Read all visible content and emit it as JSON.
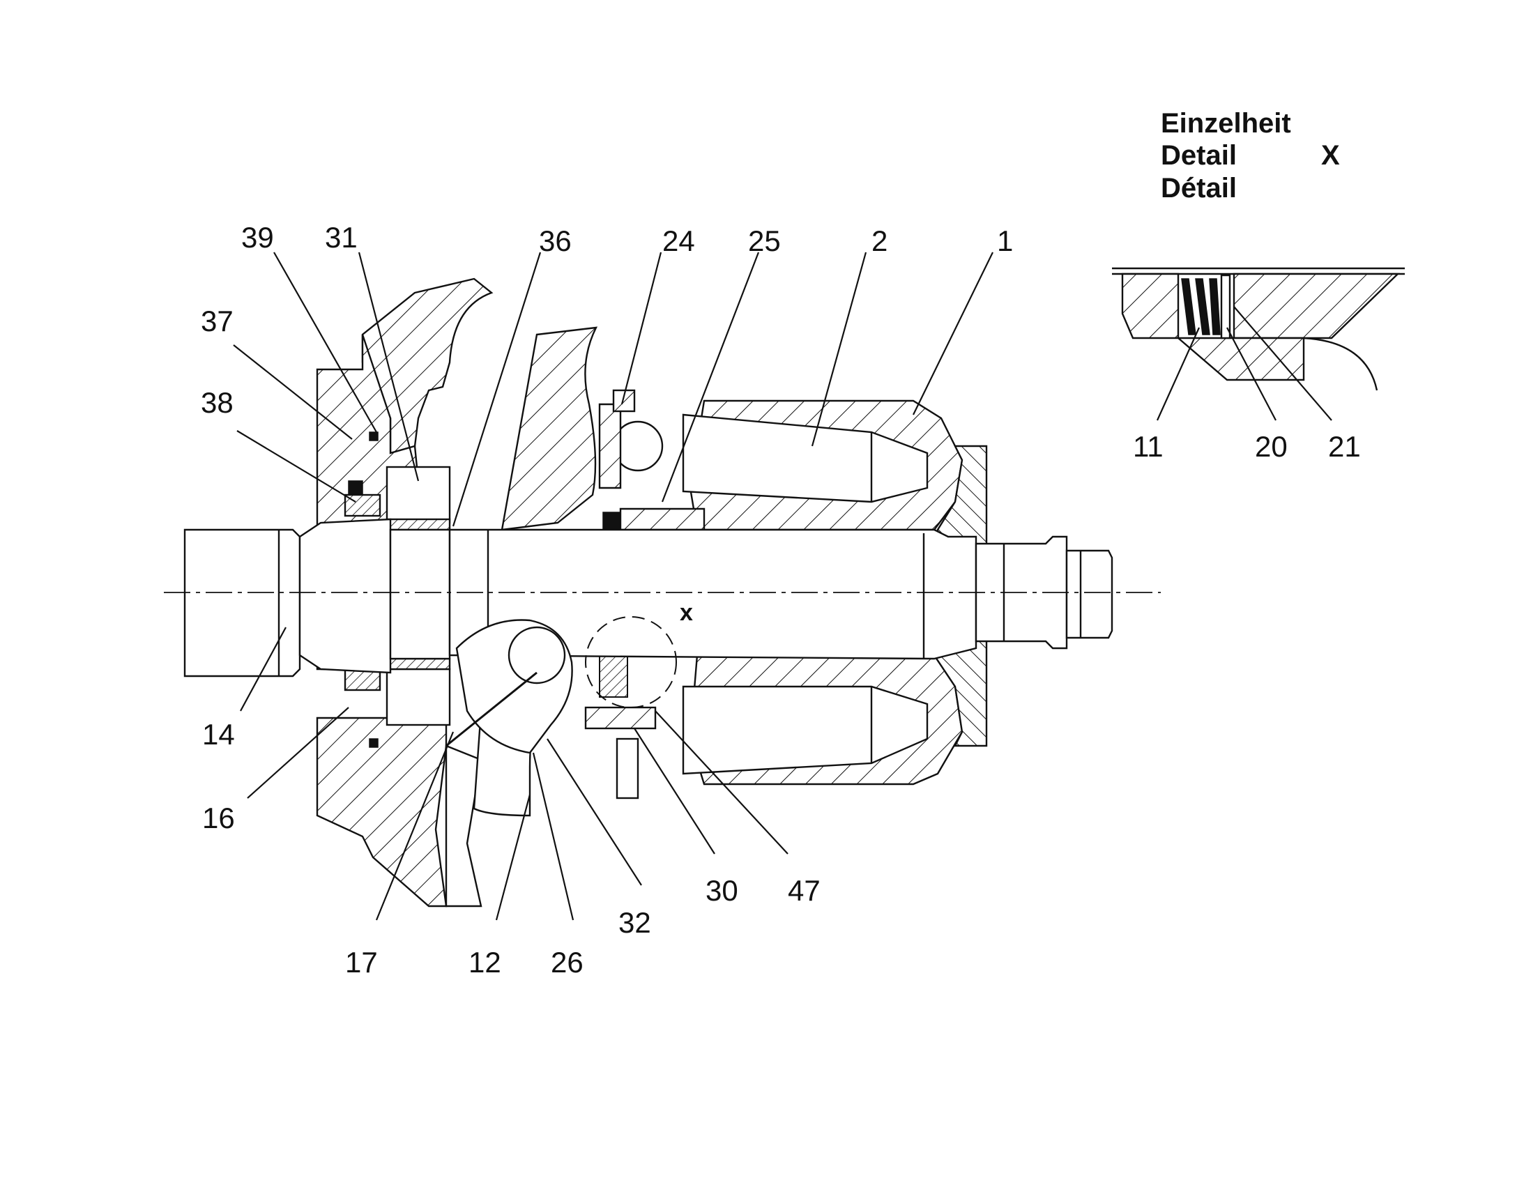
{
  "detail_heading": {
    "line1": "Einzelheit",
    "line2": "Detail",
    "line3": "Détail",
    "detail_letter": "X"
  },
  "detail_marker": "x",
  "callouts": {
    "c39": "39",
    "c31": "31",
    "c36": "36",
    "c24": "24",
    "c25": "25",
    "c2": "2",
    "c1": "1",
    "c37": "37",
    "c38": "38",
    "c14": "14",
    "c16": "16",
    "c17": "17",
    "c12": "12",
    "c26": "26",
    "c32": "32",
    "c30": "30",
    "c47": "47",
    "c11": "11",
    "c20": "20",
    "c21": "21"
  }
}
